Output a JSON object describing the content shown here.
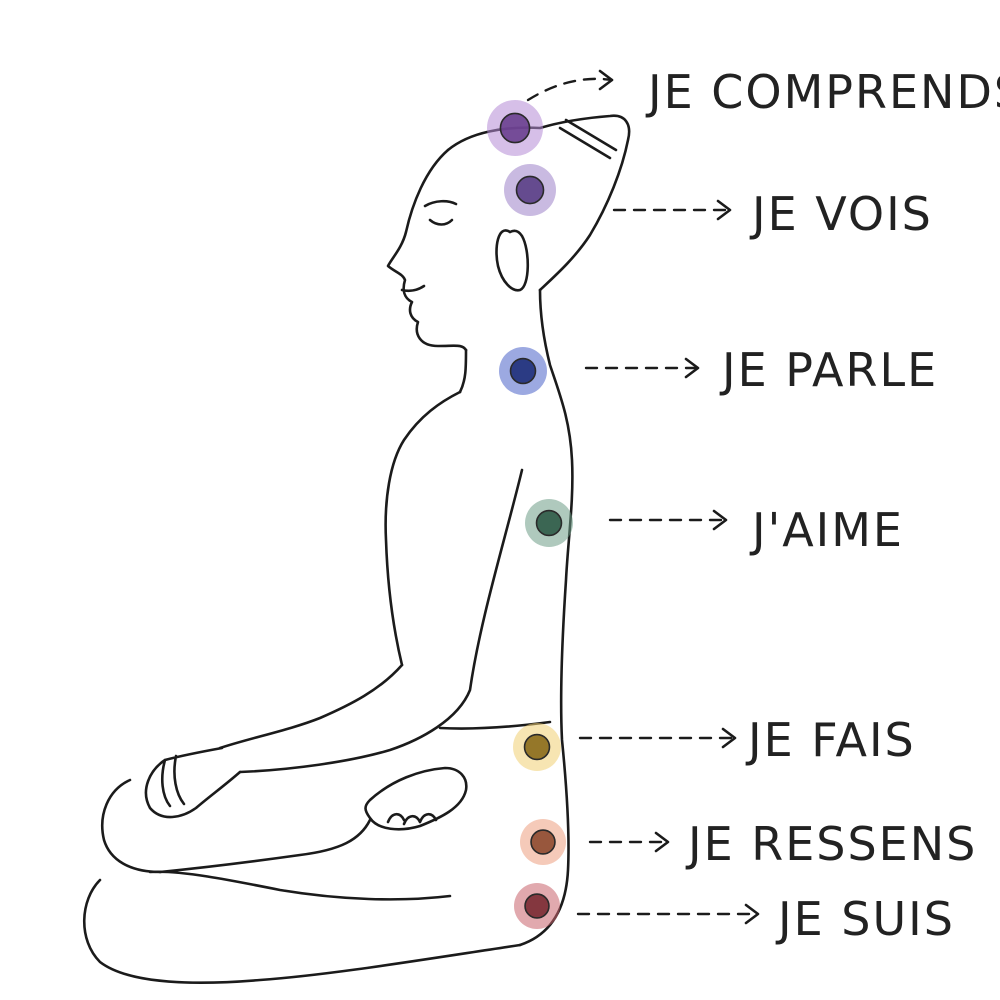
{
  "chakras": [
    {
      "label": "JE COMPRENDS",
      "color": "#b48ad6",
      "core_color": "#6a3f8f"
    },
    {
      "label": "JE VOIS",
      "color": "#9c82c8",
      "core_color": "#5a3f86"
    },
    {
      "label": "JE PARLE",
      "color": "#4a63c9",
      "core_color": "#1f2f7a"
    },
    {
      "label": "J'AIME",
      "color": "#6d9c86",
      "core_color": "#2f5b47"
    },
    {
      "label": "JE FAIS",
      "color": "#f0cf73",
      "core_color": "#8a6a1a"
    },
    {
      "label": "JE RESSENS",
      "color": "#ec9f80",
      "core_color": "#8e4a30"
    },
    {
      "label": "JE SUIS",
      "color": "#c8626b",
      "core_color": "#7a2a33"
    }
  ]
}
